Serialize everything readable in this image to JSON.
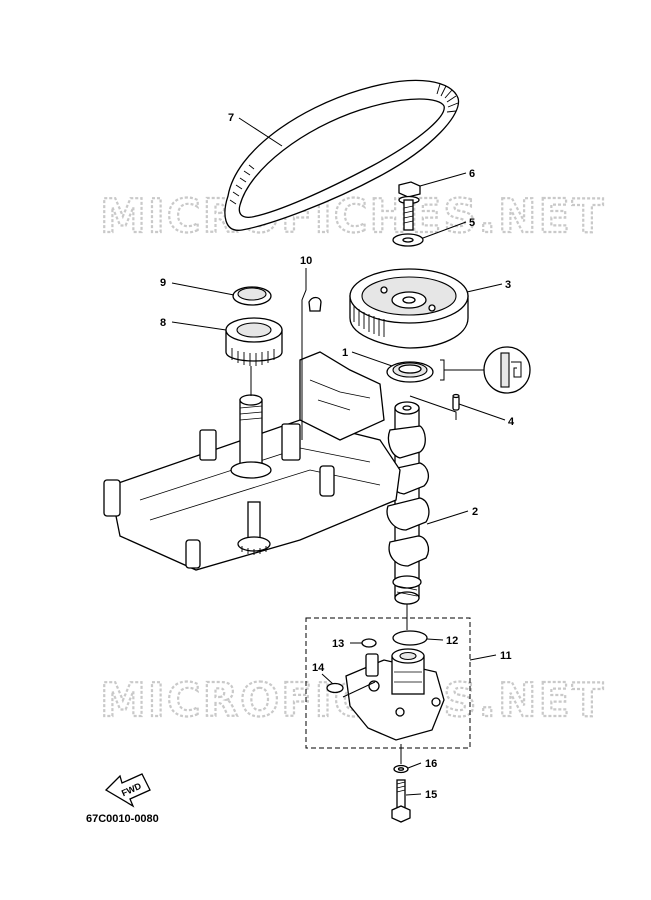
{
  "watermark_text": "MICROFICHES.NET",
  "diagram_code": "67C0010-0080",
  "fwd_label": "FWD",
  "callouts": [
    {
      "id": "1",
      "part": "oil-seal"
    },
    {
      "id": "2",
      "part": "camshaft"
    },
    {
      "id": "3",
      "part": "driven-pulley"
    },
    {
      "id": "4",
      "part": "dowel-pin"
    },
    {
      "id": "5",
      "part": "washer"
    },
    {
      "id": "6",
      "part": "pulley-bolt"
    },
    {
      "id": "7",
      "part": "timing-belt"
    },
    {
      "id": "8",
      "part": "drive-sprocket"
    },
    {
      "id": "9",
      "part": "sprocket-seal-ring"
    },
    {
      "id": "10",
      "part": "key"
    },
    {
      "id": "11",
      "part": "oil-pump-assembly"
    },
    {
      "id": "12",
      "part": "o-ring-large"
    },
    {
      "id": "13",
      "part": "o-ring-small-upper"
    },
    {
      "id": "14",
      "part": "o-ring-small-lower"
    },
    {
      "id": "15",
      "part": "pump-bolt"
    },
    {
      "id": "16",
      "part": "pump-washer"
    }
  ]
}
